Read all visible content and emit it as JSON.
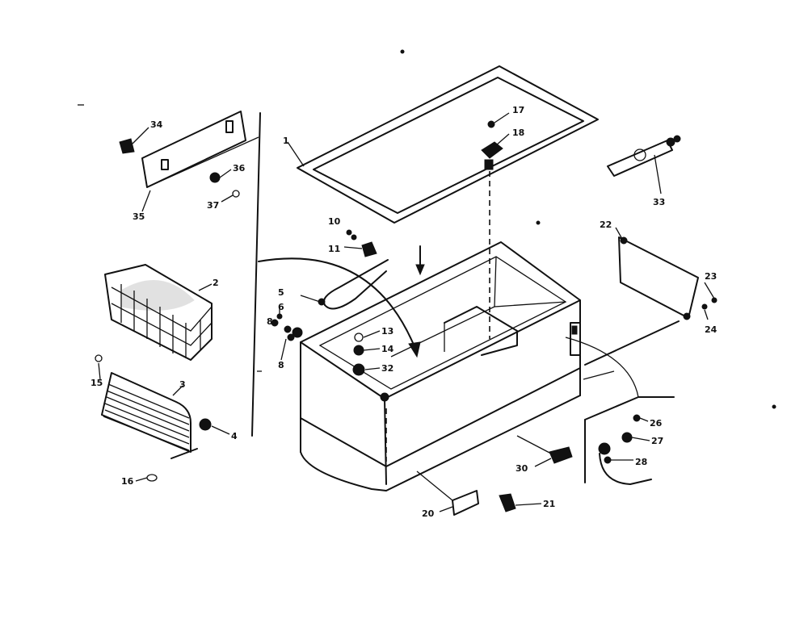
{
  "colors": {
    "ink": "#111111",
    "paper": "#ffffff"
  },
  "labels": {
    "l1": "1",
    "l2": "2",
    "l3": "3",
    "l4": "4",
    "l5": "5",
    "l6": "6",
    "l8a": "8",
    "l8b": "8",
    "l10": "10",
    "l11": "11",
    "l13": "13",
    "l14": "14",
    "l15": "15",
    "l16": "16",
    "l17": "17",
    "l18": "18",
    "l20": "20",
    "l21": "21",
    "l22": "22",
    "l23": "23",
    "l24": "24",
    "l26": "26",
    "l27": "27",
    "l28": "28",
    "l30": "30",
    "l32": "32",
    "l33": "33",
    "l34": "34",
    "l35": "35",
    "l36": "36",
    "l37": "37"
  }
}
